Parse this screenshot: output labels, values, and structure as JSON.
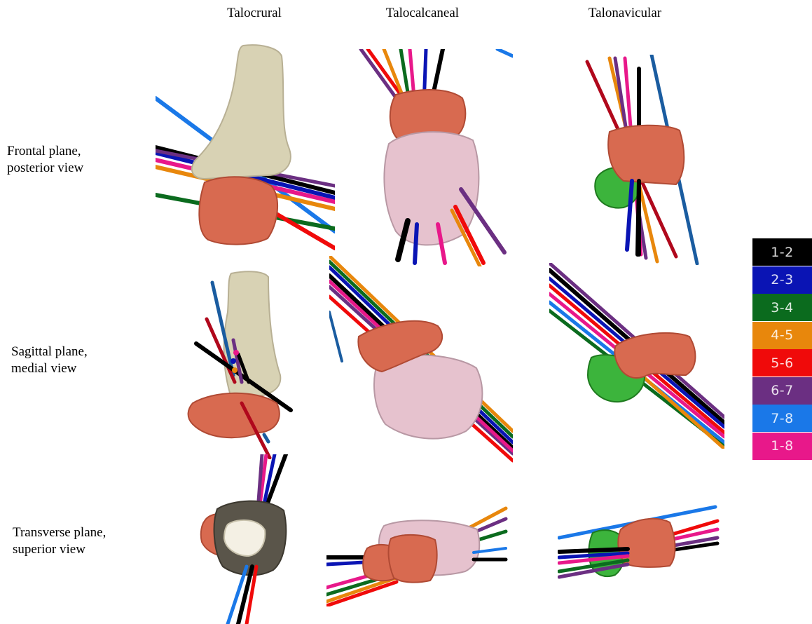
{
  "columns": [
    "Talocrural",
    "Talocalcaneal",
    "Talonavicular"
  ],
  "rows": [
    [
      "Frontal plane,",
      "posterior view"
    ],
    [
      "Sagittal plane,",
      "medial view"
    ],
    [
      "Transverse plane,",
      "superior view"
    ]
  ],
  "legend": [
    {
      "label": "1-2",
      "color": "#000000"
    },
    {
      "label": "2-3",
      "color": "#0a14b4"
    },
    {
      "label": "3-4",
      "color": "#0b6b1e"
    },
    {
      "label": "4-5",
      "color": "#e8870c"
    },
    {
      "label": "5-6",
      "color": "#f00a0a"
    },
    {
      "label": "6-7",
      "color": "#6b2f82"
    },
    {
      "label": "7-8",
      "color": "#1a78e8"
    },
    {
      "label": "1-8",
      "color": "#e8188a"
    }
  ],
  "bone_colors": {
    "tibia": "#d8d2b4",
    "talus": "#d86a50",
    "calcaneus": "#e6c2ce",
    "navicular": "#3cb43c",
    "tibia_section": "#5a554a"
  }
}
